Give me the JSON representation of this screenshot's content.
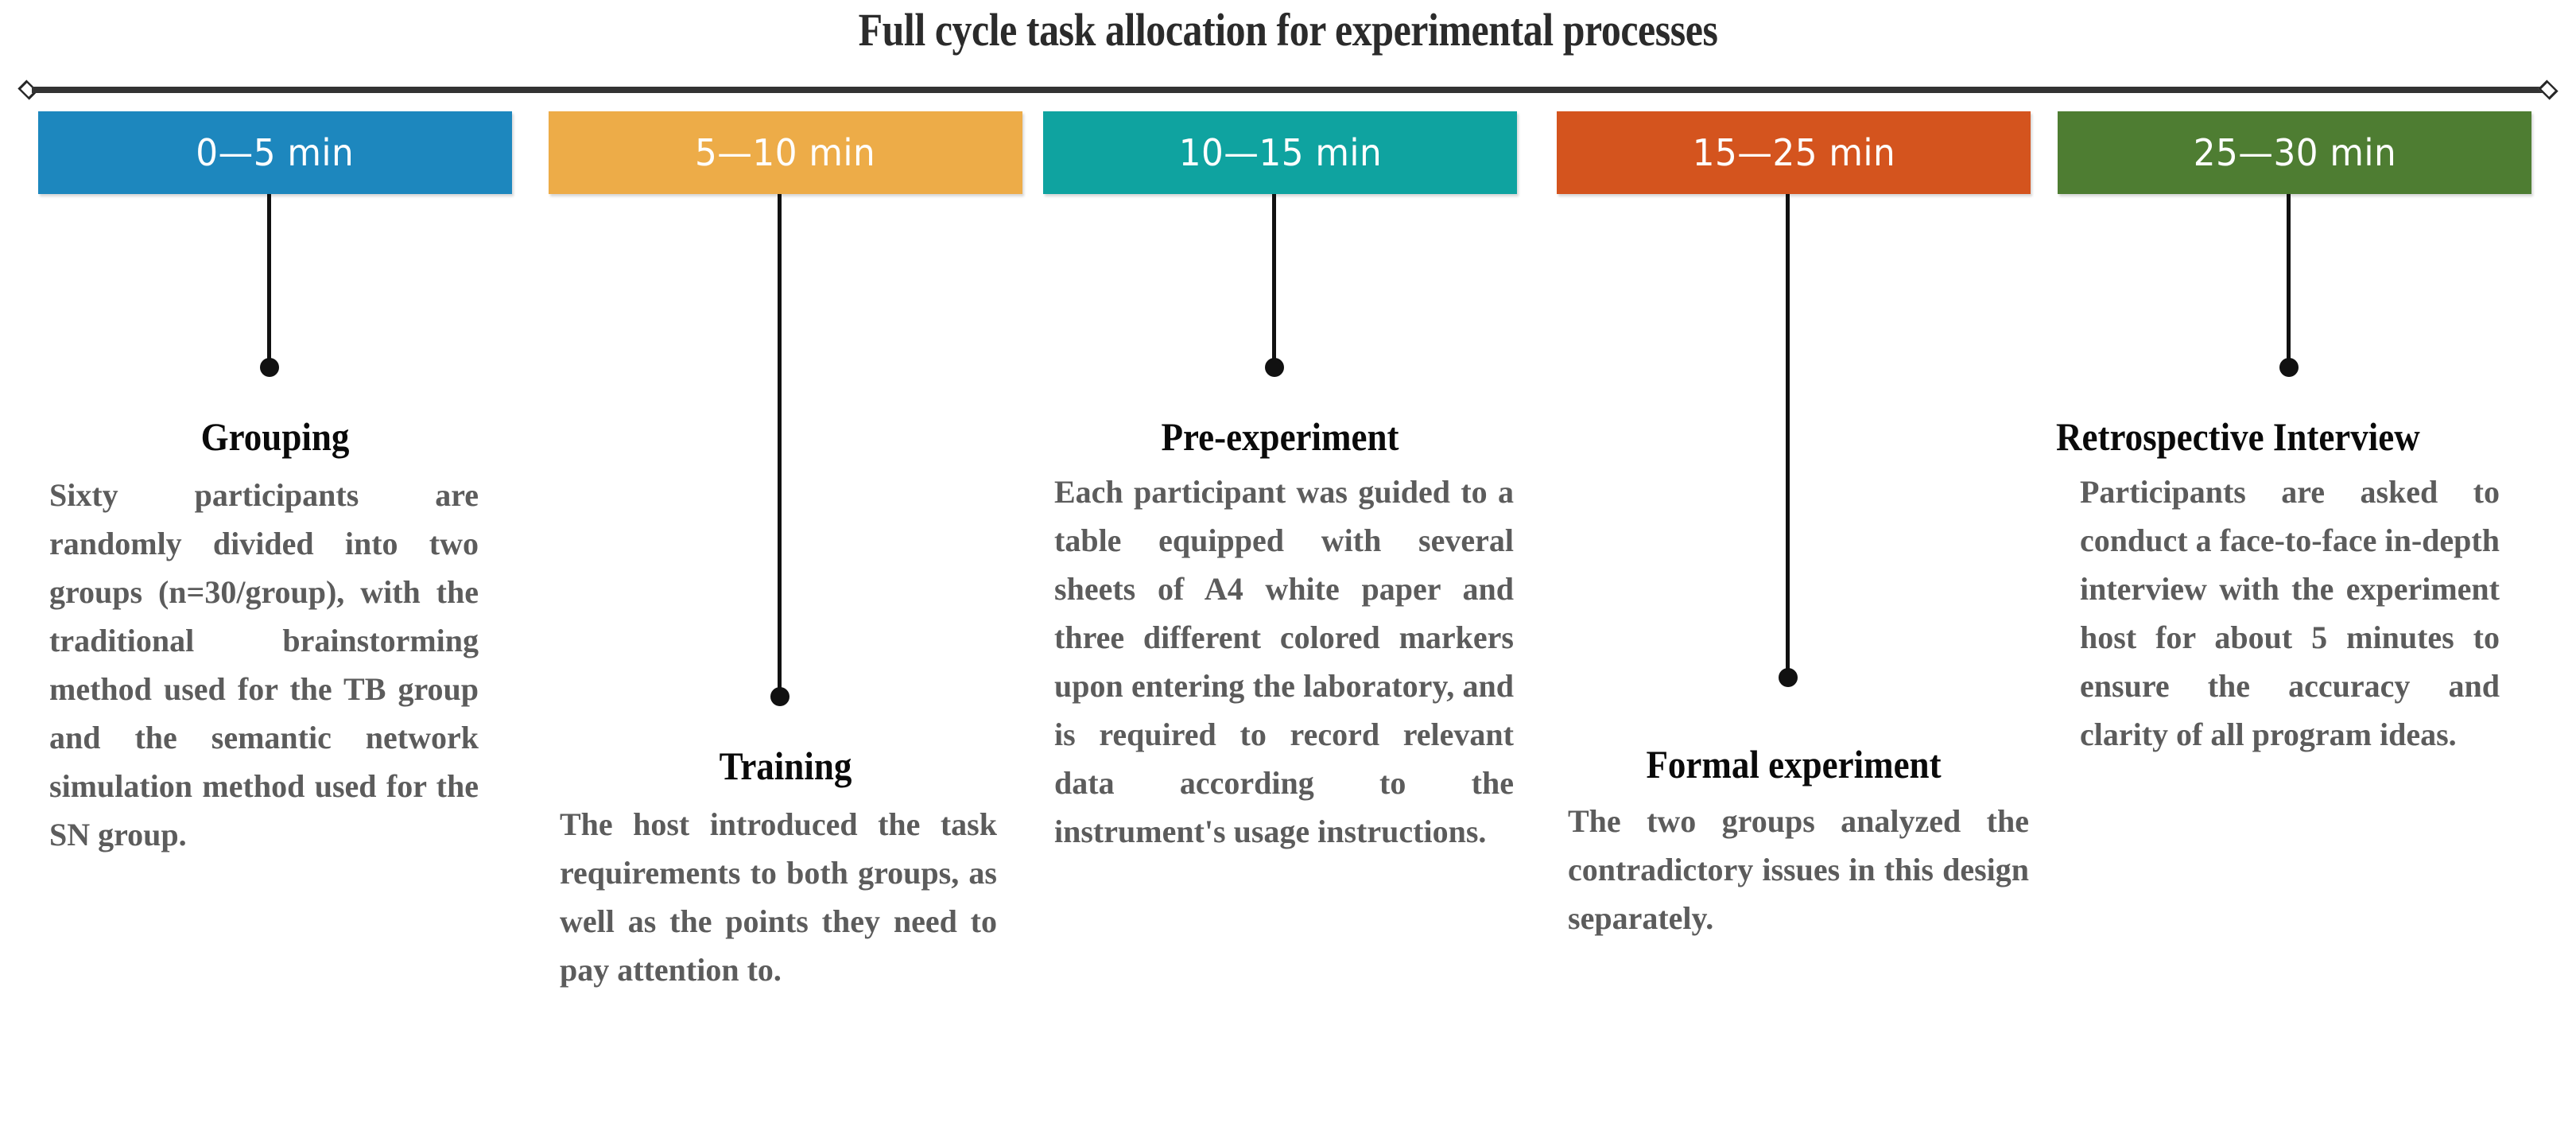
{
  "title": "Full cycle task allocation for experimental processes",
  "axis": {
    "left_marker": "diamond",
    "right_marker": "diamond",
    "color": "#333333"
  },
  "colors": {
    "blue": "#1D87BE",
    "orange": "#EDAC48",
    "teal": "#0FA3A0",
    "burnt_orange": "#D4541E",
    "green": "#4E7D32",
    "heading": "#0a0a0a",
    "body": "#5c5c5c",
    "connector": "#111111",
    "title": "#2b2b2b"
  },
  "phases": [
    {
      "time_label": "0—5 min",
      "color": "#1D87BE",
      "heading": "Grouping",
      "body": "Sixty participants are randomly divided into two groups (n=30/group), with the traditional brainstorming method used for the TB group and the semantic network simulation method used for the SN group."
    },
    {
      "time_label": "5—10 min",
      "color": "#EDAC48",
      "heading": "Training",
      "body": "The host introduced the task requirements to both groups, as well as the points they need to pay attention to."
    },
    {
      "time_label": "10—15 min",
      "color": "#0FA3A0",
      "heading": "Pre-experiment",
      "body": "Each participant was guided to a table equipped with several sheets of A4 white paper and three different colored markers upon entering the laboratory, and is required to record relevant data according to the instrument's usage instructions."
    },
    {
      "time_label": "15—25 min",
      "color": "#D4541E",
      "heading": "Formal experiment",
      "body": "The two groups analyzed the contradictory issues in this design separately."
    },
    {
      "time_label": "25—30 min",
      "color": "#4E7D32",
      "heading": "Retrospective Interview",
      "body": "Participants are asked to conduct a face-to-face in-depth interview with the experiment host for about 5 minutes to ensure the accuracy and clarity of all program ideas."
    }
  ]
}
